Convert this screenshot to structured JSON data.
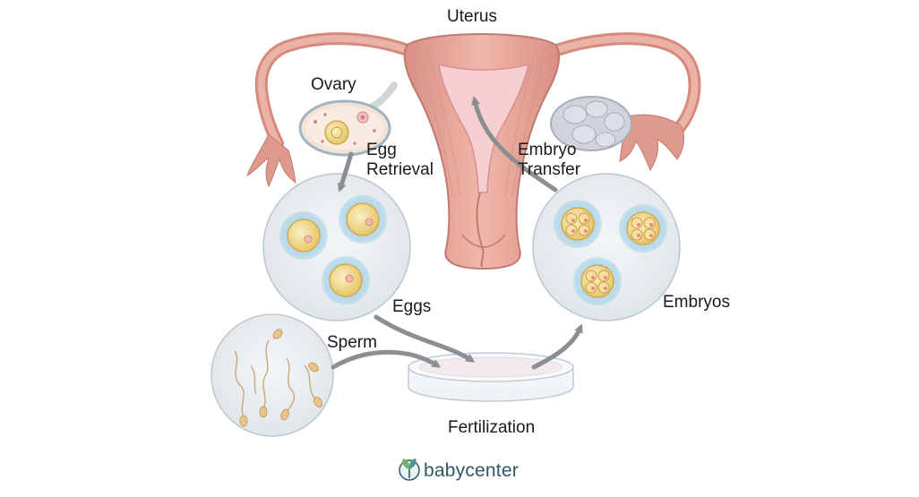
{
  "labels": {
    "uterus": "Uterus",
    "ovary": "Ovary",
    "egg_retrieval_line1": "Egg",
    "egg_retrieval_line2": "Retrieval",
    "embryo_transfer_line1": "Embryo",
    "embryo_transfer_line2": "Transfer",
    "eggs": "Eggs",
    "embryos": "Embryos",
    "sperm": "Sperm",
    "fertilization": "Fertilization"
  },
  "brand": {
    "name": "babycenter",
    "logo_icon": "sprout-leaf-icon"
  },
  "colors": {
    "tissue": "#e8a79a",
    "tissue_dark": "#c9837a",
    "cavity": "#f3c9c9",
    "magnifier_fill": "#e8eef1",
    "magnifier_edge": "#bcc7cc",
    "egg_yolk": "#f3dc8e",
    "egg_halo": "#a8d2e8",
    "arrow": "#8c8f92",
    "ovary_right": "#cfd3dc",
    "brand_text": "#2f5866",
    "brand_leaf": "#6db36a"
  }
}
